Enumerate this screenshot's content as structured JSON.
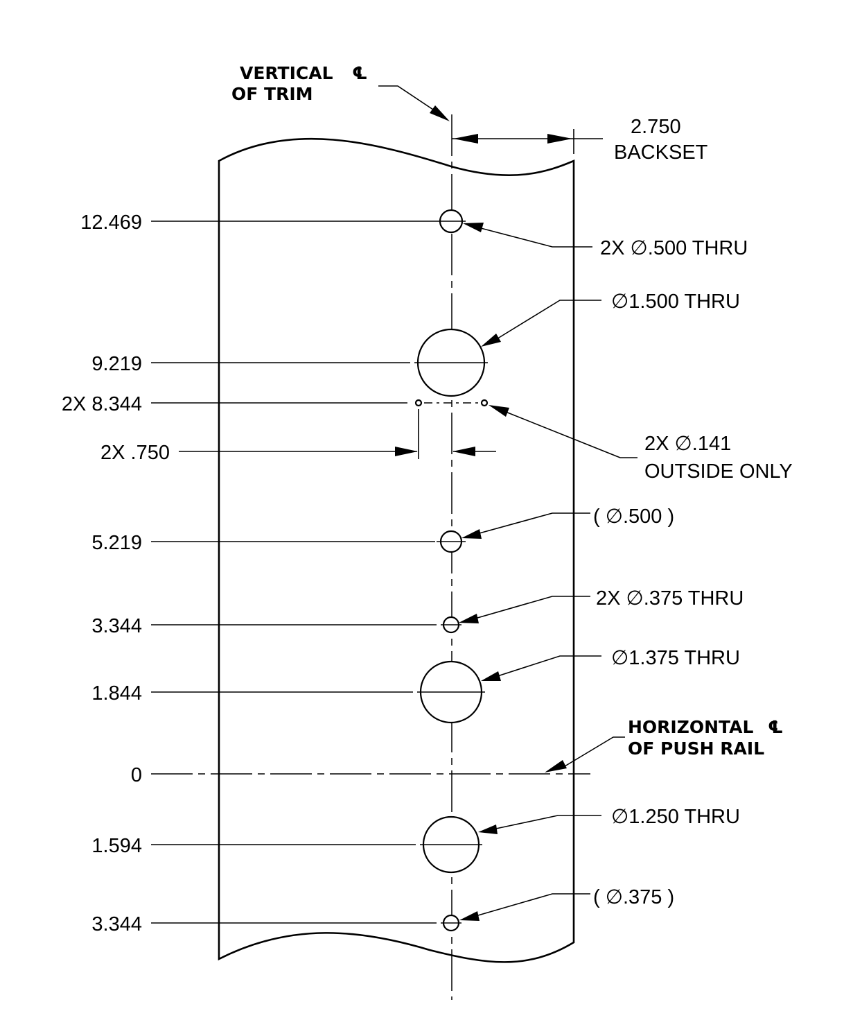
{
  "notes": {
    "vertical_cl_line1": "VERTICAL",
    "vertical_cl_line2": "OF TRIM",
    "horizontal_cl_line1": "HORIZONTAL",
    "horizontal_cl_line2": "OF PUSH RAIL",
    "cl_symbol": "℄"
  },
  "backset": {
    "value": "2.750",
    "label": "BACKSET"
  },
  "dimensions": {
    "d12469": "12.469",
    "d9219": "9.219",
    "d8344": "2X 8.344",
    "d750": "2X .750",
    "d5219": "5.219",
    "d3344_upper": "3.344",
    "d1844": "1.844",
    "d0": "0",
    "d1594": "1.594",
    "d3344_lower": "3.344"
  },
  "callouts": {
    "c500_thru": "2X ∅.500 THRU",
    "c1500": "∅1.500 THRU",
    "c141_line1": "2X  ∅.141",
    "c141_line2": "OUTSIDE ONLY",
    "c500_ref": "(  ∅.500 )",
    "c375_thru": "2X  ∅.375 THRU",
    "c1375": "∅1.375 THRU",
    "c1250": "∅1.250 THRU",
    "c375_ref": "(  ∅.375 )"
  }
}
